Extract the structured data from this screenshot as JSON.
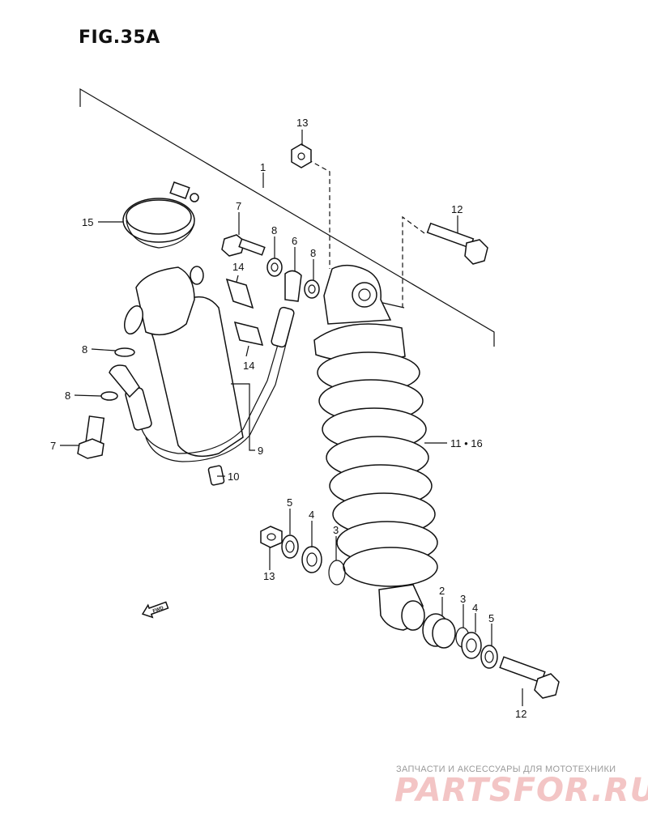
{
  "figure": {
    "title": "FIG.35A"
  },
  "callouts": {
    "c1": "1",
    "c2": "2",
    "c3a": "3",
    "c3b": "3",
    "c4a": "4",
    "c4b": "4",
    "c5a": "5",
    "c5b": "5",
    "c6": "6",
    "c7a": "7",
    "c7b": "7",
    "c8a": "8",
    "c8b": "8",
    "c8c": "8",
    "c8d": "8",
    "c9": "9",
    "c10": "10",
    "c11_16": "11 • 16",
    "c12a": "12",
    "c12b": "12",
    "c13a": "13",
    "c13b": "13",
    "c14a": "14",
    "c14b": "14",
    "c15": "15"
  },
  "fwd_mark": "FWD",
  "watermark": {
    "subtitle": "ЗАПЧАСТИ И АКСЕССУАРЫ ДЛЯ МОТОТЕХНИКИ",
    "logo": "PARTSFOR.RU"
  }
}
